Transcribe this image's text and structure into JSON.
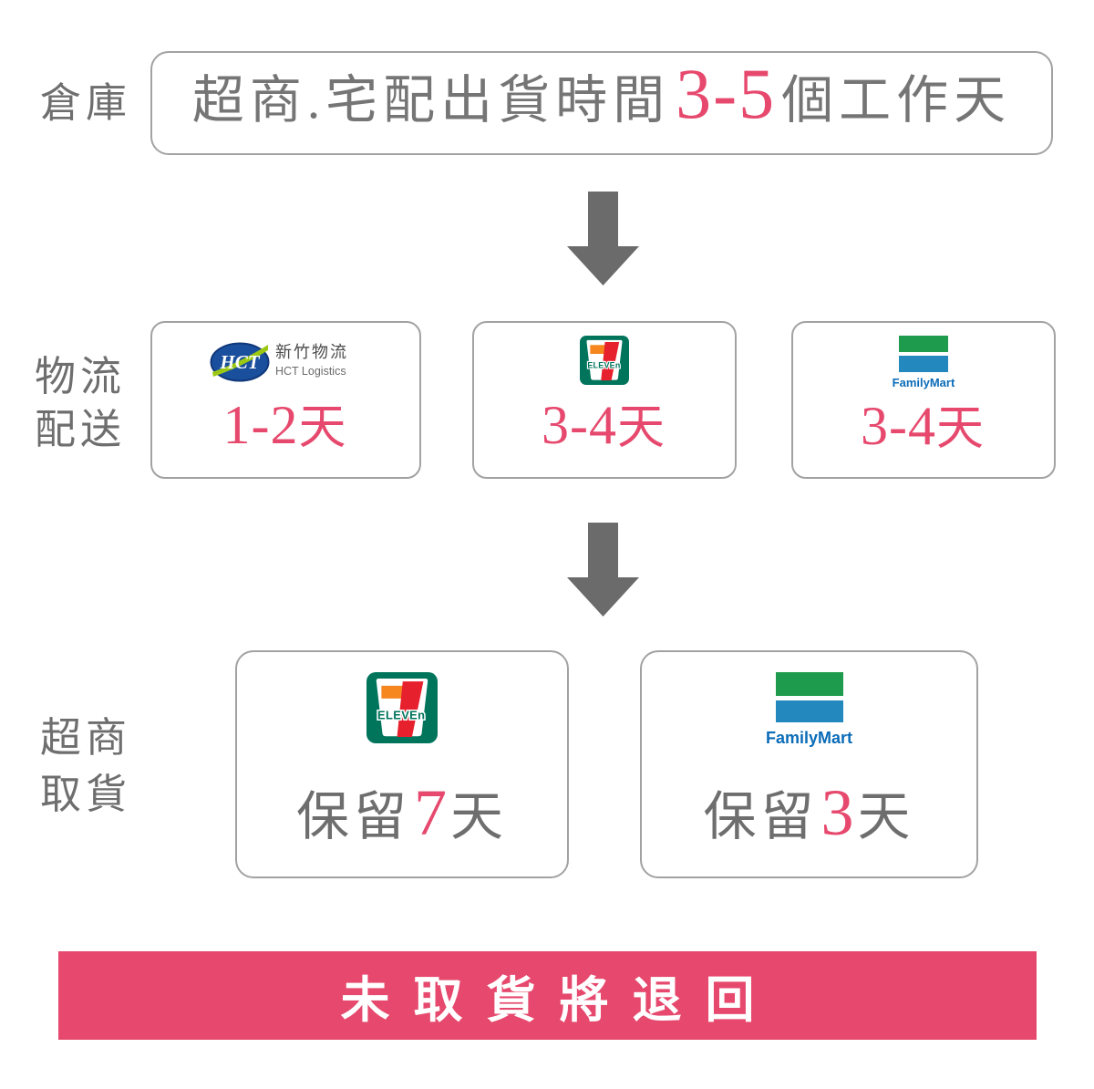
{
  "colors": {
    "accent_pink": "#e6496d",
    "gray_text": "#6e6e6e",
    "box_border": "#a2a2a2",
    "arrow_gray": "#6b6b6b",
    "banner_bg": "#e6496d",
    "banner_text": "#ffffff",
    "seven_green": "#00755c",
    "seven_orange": "#f6871f",
    "seven_red": "#e7202e",
    "familymart_green": "#1e9b4c",
    "familymart_blue": "#2288bd",
    "familymart_wordmark_blue": "#0b6cb8",
    "hct_blue": "#1a4f9e",
    "hct_swoosh_green": "#9cc814"
  },
  "warehouse": {
    "label": "倉庫",
    "message_prefix": "超商.宅配出貨時間",
    "message_highlight": "3-5",
    "message_suffix": "個工作天"
  },
  "logistics": {
    "label_line1": "物流",
    "label_line2": "配送",
    "cards": [
      {
        "carrier": "HCT Logistics",
        "logo_abbr": "HCT",
        "logo_text_cn": "新竹物流",
        "logo_text_en": "HCT Logistics",
        "duration_days": "1-2",
        "duration_unit": "天"
      },
      {
        "carrier": "7-ELEVEN",
        "logo_word": "ELEVEn",
        "duration_days": "3-4",
        "duration_unit": "天"
      },
      {
        "carrier": "FamilyMart",
        "logo_word": "FamilyMart",
        "duration_days": "3-4",
        "duration_unit": "天"
      }
    ]
  },
  "pickup": {
    "label_line1": "超商",
    "label_line2": "取貨",
    "cards": [
      {
        "store": "7-ELEVEN",
        "logo_word": "ELEVEn",
        "hold_prefix": "保留",
        "hold_days": "7",
        "hold_suffix": "天"
      },
      {
        "store": "FamilyMart",
        "logo_word": "FamilyMart",
        "hold_prefix": "保留",
        "hold_days": "3",
        "hold_suffix": "天"
      }
    ]
  },
  "banner": {
    "text": "未取貨將退回"
  }
}
